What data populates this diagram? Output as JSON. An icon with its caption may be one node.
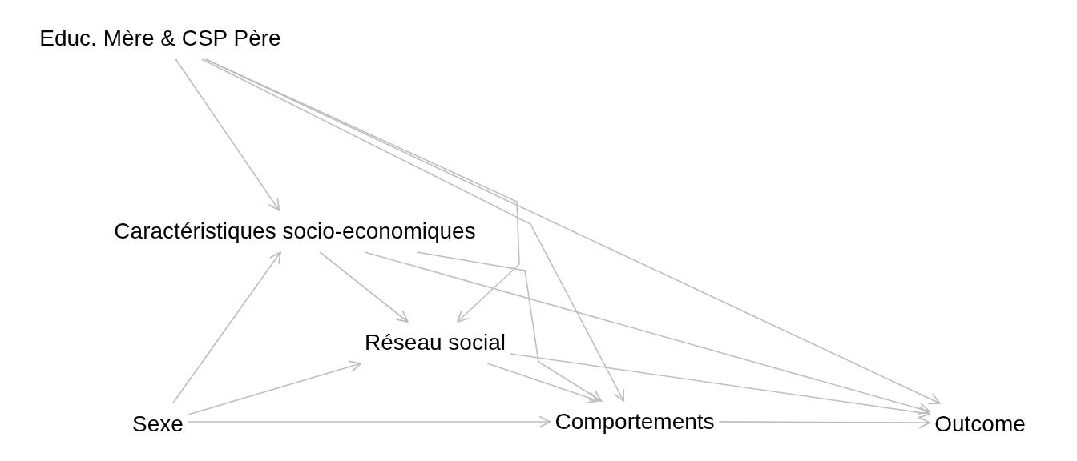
{
  "diagram": {
    "nodes": [
      {
        "text": [
          "Educ. Mère & CSP Père"
        ]
      },
      {
        "text": [
          "Caractéristiques socio-economiques"
        ]
      },
      {
        "text": [
          "Réseau social"
        ]
      },
      {
        "text": [
          "Sexe"
        ]
      },
      {
        "text": [
          "Comportements"
        ]
      },
      {
        "text": [
          "Outcome"
        ]
      }
    ],
    "edges": [
      {
        "from": 0,
        "to": 1,
        "arrow": "to"
      },
      {
        "from": 0,
        "to": 2,
        "arrow": "to"
      },
      {
        "from": 0,
        "to": 4,
        "arrow": "to"
      },
      {
        "from": 0,
        "to": 5,
        "arrow": "to"
      },
      {
        "from": 1,
        "to": 2,
        "arrow": "to"
      },
      {
        "from": 1,
        "to": 4,
        "arrow": "to"
      },
      {
        "from": 1,
        "to": 5,
        "arrow": "to"
      },
      {
        "from": 3,
        "to": 1,
        "arrow": "to"
      },
      {
        "from": 3,
        "to": 2,
        "arrow": "to"
      },
      {
        "from": 3,
        "to": 4,
        "arrow": "to"
      },
      {
        "from": 2,
        "to": 4,
        "arrow": "to"
      },
      {
        "from": 2,
        "to": 5,
        "arrow": "to"
      },
      {
        "from": 4,
        "to": 5,
        "arrow": "to"
      }
    ]
  }
}
